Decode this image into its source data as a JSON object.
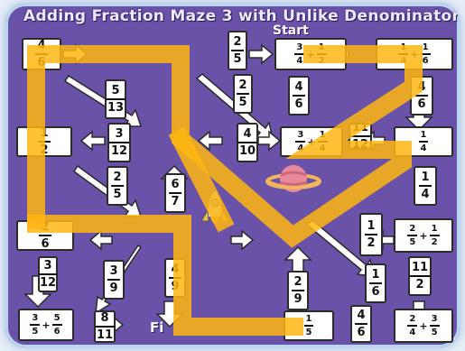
{
  "title": "Adding Fraction Maze 3 with Unlike Denominators",
  "start_label": "Start",
  "finish_label": "Fi",
  "tiles": [
    {
      "id": "r0c0",
      "frac": [
        "4",
        "6"
      ]
    },
    {
      "id": "r0c1",
      "frac": [
        "2",
        "5"
      ]
    },
    {
      "id": "r0c2",
      "expr": [
        [
          "3",
          "4"
        ],
        "+",
        [
          "1",
          "2"
        ]
      ]
    },
    {
      "id": "r0c3",
      "expr": [
        [
          "1",
          "4"
        ],
        "+",
        [
          "1",
          "6"
        ]
      ]
    },
    {
      "id": "r1a",
      "frac": [
        "5",
        "13"
      ]
    },
    {
      "id": "r1b",
      "frac": [
        "2",
        "5"
      ]
    },
    {
      "id": "r1c",
      "frac": [
        "4",
        "6"
      ]
    },
    {
      "id": "r1d",
      "frac": [
        "4",
        "6"
      ]
    },
    {
      "id": "r2a",
      "frac": [
        "1",
        "2"
      ]
    },
    {
      "id": "r2b",
      "frac": [
        "3",
        "12"
      ]
    },
    {
      "id": "r2c",
      "frac": [
        "4",
        "10"
      ]
    },
    {
      "id": "r2d",
      "expr": [
        [
          "3",
          "4"
        ],
        "+",
        [
          "1",
          "4"
        ]
      ]
    },
    {
      "id": "r2e",
      "frac": [
        "11",
        "12"
      ]
    },
    {
      "id": "r2f",
      "expr": [
        [
          "1",
          "4"
        ]
      ]
    },
    {
      "id": "r3a",
      "frac": [
        "2",
        "5"
      ]
    },
    {
      "id": "r3b",
      "frac": [
        "6",
        "7"
      ]
    },
    {
      "id": "r3c",
      "frac": [
        "1",
        "4"
      ]
    },
    {
      "id": "r4a",
      "frac": [
        "1",
        "2"
      ]
    },
    {
      "id": "r4b",
      "expr": [
        [
          "2",
          "5"
        ],
        "+",
        [
          "1",
          "2"
        ]
      ]
    },
    {
      "id": "r4c",
      "frac": [
        "2",
        "6"
      ]
    },
    {
      "id": "r5a",
      "frac": [
        "3",
        "12"
      ]
    },
    {
      "id": "r5b",
      "frac": [
        "3",
        "9"
      ]
    },
    {
      "id": "r5c",
      "frac": [
        "4",
        "9"
      ]
    },
    {
      "id": "r5d",
      "frac": [
        "2",
        "9"
      ]
    },
    {
      "id": "r5e",
      "frac": [
        "1",
        "6"
      ]
    },
    {
      "id": "r5f",
      "frac": [
        "11",
        "2"
      ]
    },
    {
      "id": "r6a",
      "expr": [
        [
          "3",
          "5"
        ],
        "+",
        [
          "5",
          "6"
        ]
      ]
    },
    {
      "id": "r6b",
      "frac": [
        "8",
        "11"
      ]
    },
    {
      "id": "r6c",
      "expr": [
        [
          "1",
          "5"
        ]
      ]
    },
    {
      "id": "r6d",
      "frac": [
        "4",
        "6"
      ]
    },
    {
      "id": "r6e",
      "expr": [
        [
          "2",
          "4"
        ],
        "+",
        [
          "3",
          "5"
        ]
      ]
    }
  ]
}
